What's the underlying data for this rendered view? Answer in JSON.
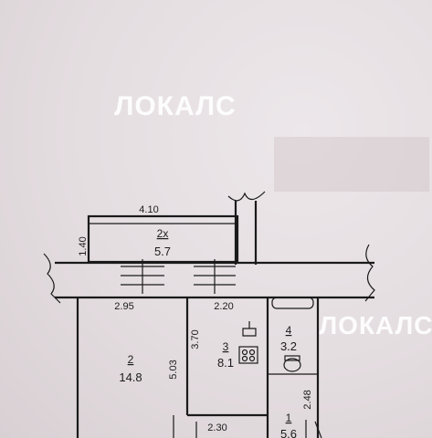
{
  "watermark": {
    "text": "ЛОКАЛС",
    "text_right": "ЛОКАЛС"
  },
  "dimensions": {
    "top_width": "4.10",
    "balcony_depth": "1.40",
    "room2_width": "2.95",
    "kitchen_width": "2.20",
    "kitchen_depth": "3.70",
    "room2_depth": "5.03",
    "bottom_width": "2.30",
    "hall_depth": "2.48"
  },
  "rooms": [
    {
      "number": "2х",
      "area": "5.7"
    },
    {
      "number": "2",
      "area": "14.8"
    },
    {
      "number": "3",
      "area": "8.1"
    },
    {
      "number": "4",
      "area": "3.2"
    },
    {
      "number": "1",
      "area": "5.6"
    }
  ]
}
